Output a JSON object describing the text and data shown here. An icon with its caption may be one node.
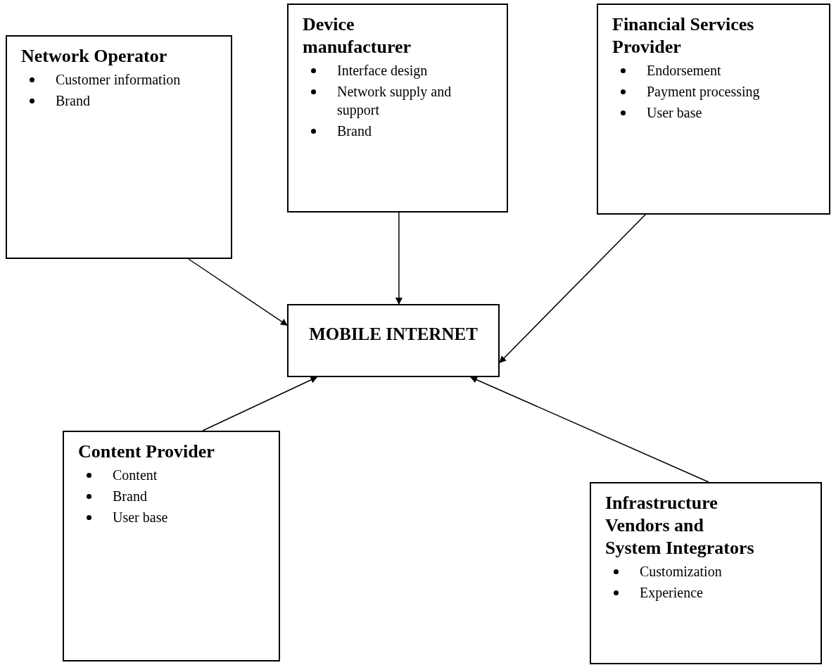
{
  "diagram": {
    "nodes": [
      {
        "text": [
          "Network Operator",
          "Customer information",
          "Brand"
        ]
      },
      {
        "text": [
          "Device manufacturer",
          "Interface design",
          "Network supply and support",
          "Brand"
        ]
      },
      {
        "text": [
          "Financial Services Provider",
          "Endorsement",
          "Payment processing",
          "User base"
        ]
      },
      {
        "text": [
          "MOBILE INTERNET"
        ]
      },
      {
        "text": [
          "Content Provider",
          "Content",
          "Brand",
          "User base"
        ]
      },
      {
        "text": [
          "Infrastructure Vendors and System Integrators",
          "Customization",
          "Experience"
        ]
      }
    ],
    "edges": [
      {
        "from": 0,
        "to": 3,
        "arrow": "to"
      },
      {
        "from": 1,
        "to": 3,
        "arrow": "to"
      },
      {
        "from": 2,
        "to": 3,
        "arrow": "to"
      },
      {
        "from": 4,
        "to": 3,
        "arrow": "to"
      },
      {
        "from": 5,
        "to": 3,
        "arrow": "to"
      }
    ]
  }
}
